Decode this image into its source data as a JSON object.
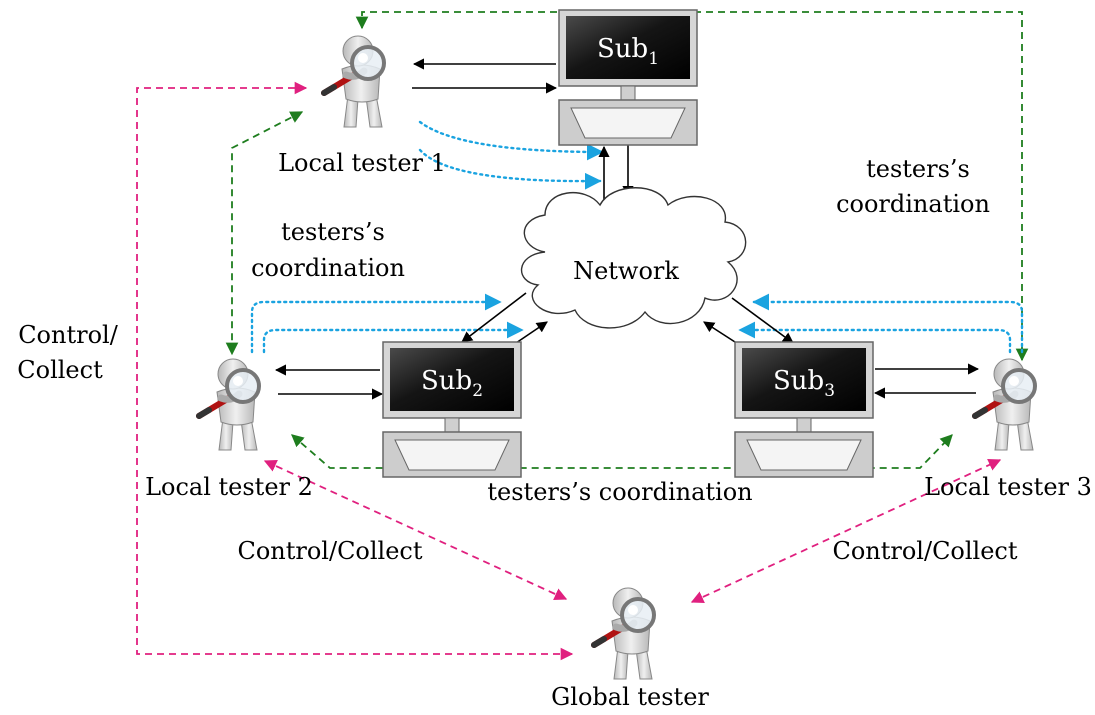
{
  "colors": {
    "solid_link": "#000000",
    "coordination": "#1e7d1e",
    "control_collect": "#e0207f",
    "observation": "#1aa3e0",
    "screen_dark": "#111111",
    "monitor_frame": "#c8c8c8"
  },
  "substations": [
    {
      "id": "sub1",
      "base": "Sub",
      "index": "1"
    },
    {
      "id": "sub2",
      "base": "Sub",
      "index": "2"
    },
    {
      "id": "sub3",
      "base": "Sub",
      "index": "3"
    }
  ],
  "network": {
    "label": "Network"
  },
  "testers": {
    "local1": {
      "label": "Local tester 1",
      "icon": "magnifier-person-icon"
    },
    "local2": {
      "label": "Local tester 2",
      "icon": "magnifier-person-icon"
    },
    "local3": {
      "label": "Local tester 3",
      "icon": "magnifier-person-icon"
    },
    "global": {
      "label": "Global tester",
      "icon": "magnifier-person-icon"
    }
  },
  "labels": {
    "coord_left_line1": "testers’s",
    "coord_left_line2": "coordination",
    "coord_right_line1": "testers’s",
    "coord_right_line2": "coordination",
    "coord_bottom": "testers’s coordination",
    "control_left_line1": "Control/",
    "control_left_line2": "Collect",
    "control_mid_left": "Control/Collect",
    "control_mid_right": "Control/Collect"
  }
}
